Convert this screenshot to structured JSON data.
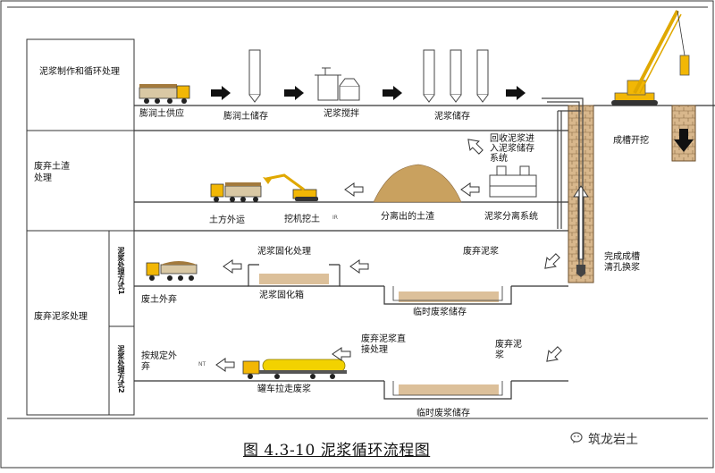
{
  "rows": {
    "row1": "泥浆制作和循环处理",
    "row2": "废弃土渣\n处理",
    "row3": "废弃泥浆处理",
    "method1": "泥浆处理方式1",
    "method2": "泥浆处理方式2"
  },
  "labels": {
    "bentonite_supply": "膨润土供应",
    "bentonite_storage": "膨润土储存",
    "slurry_mixing": "泥浆搅拌",
    "slurry_storage": "泥浆储存",
    "trench_excavation": "成槽开挖",
    "recycle_slurry": "回收泥浆进\n入泥浆储存\n系统",
    "earth_transport": "土方外运",
    "excavator_loading": "挖机挖土",
    "separated_soil": "分离出的土渣",
    "separation_system": "泥浆分离系统",
    "trench_complete": "完成成槽\n清孔换浆",
    "slurry_solidify": "泥浆固化处理",
    "solidify_box": "泥浆固化箱",
    "waste_slurry_1": "废弃泥浆",
    "soil_disposal": "废土外弃",
    "temp_storage_1": "临时废浆储存",
    "direct_treatment": "废弃泥浆直\n接处理",
    "waste_slurry_2": "废弃泥\n浆",
    "regulated_disposal": "按规定外\n弃",
    "tanker": "罐车拉走废浆",
    "temp_storage_2": "临时废浆储存",
    "ir_mark": "IR",
    "nt_mark": "NT"
  },
  "caption": "图 4.3-10 泥浆循环流程图",
  "watermark": "筑龙岩土",
  "colors": {
    "truck_yellow": "#f2b705",
    "soil": "#c9a15f",
    "slurry_fill": "#dcc09a",
    "column": "#d8b78c",
    "arrow": "#111111"
  },
  "icons": [
    "dump-truck-icon",
    "silo-icon",
    "mixer-icon",
    "crane-icon",
    "excavator-icon",
    "separator-icon",
    "soil-pile-icon",
    "tanker-truck-icon",
    "tank-icon",
    "wechat-icon"
  ]
}
